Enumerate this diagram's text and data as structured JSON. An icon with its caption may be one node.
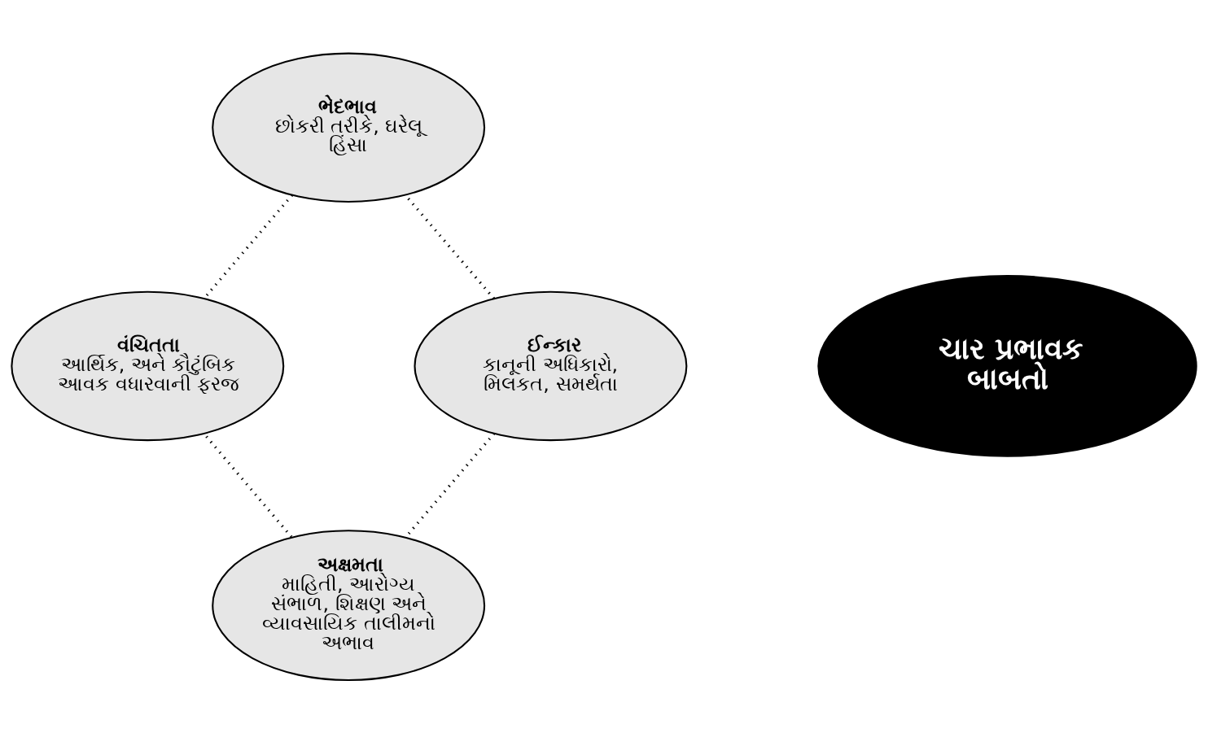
{
  "diagram": {
    "nodes": [
      {
        "text": [
          "ચાર પ્રભાવક બાબતો"
        ]
      },
      {
        "text": [
          "ભેદભાવ",
          "છોકરી તરીકે, ઘરેલૂ હિંસા"
        ]
      },
      {
        "text": [
          "ઈન્કાર",
          "કાનૂની અધિકારો, મિલકત, સમર્થતા"
        ]
      },
      {
        "text": [
          "વંચિતતા",
          "આર્થિક, અને કૌટુંબિક આવક વધારવાની ફરજ"
        ]
      },
      {
        "text": [
          "અક્ષમતા",
          "માહિતી, આરોગ્ય સંભાળ, શિક્ષણ અને વ્યાવસાયિક તાલીમનો અભાવ"
        ]
      }
    ],
    "edges": [
      {
        "from": 2,
        "to": 1,
        "arrow": "none"
      },
      {
        "from": 1,
        "to": 3,
        "arrow": "none"
      },
      {
        "from": 2,
        "to": 4,
        "arrow": "none"
      },
      {
        "from": 4,
        "to": 3,
        "arrow": "none"
      }
    ]
  }
}
